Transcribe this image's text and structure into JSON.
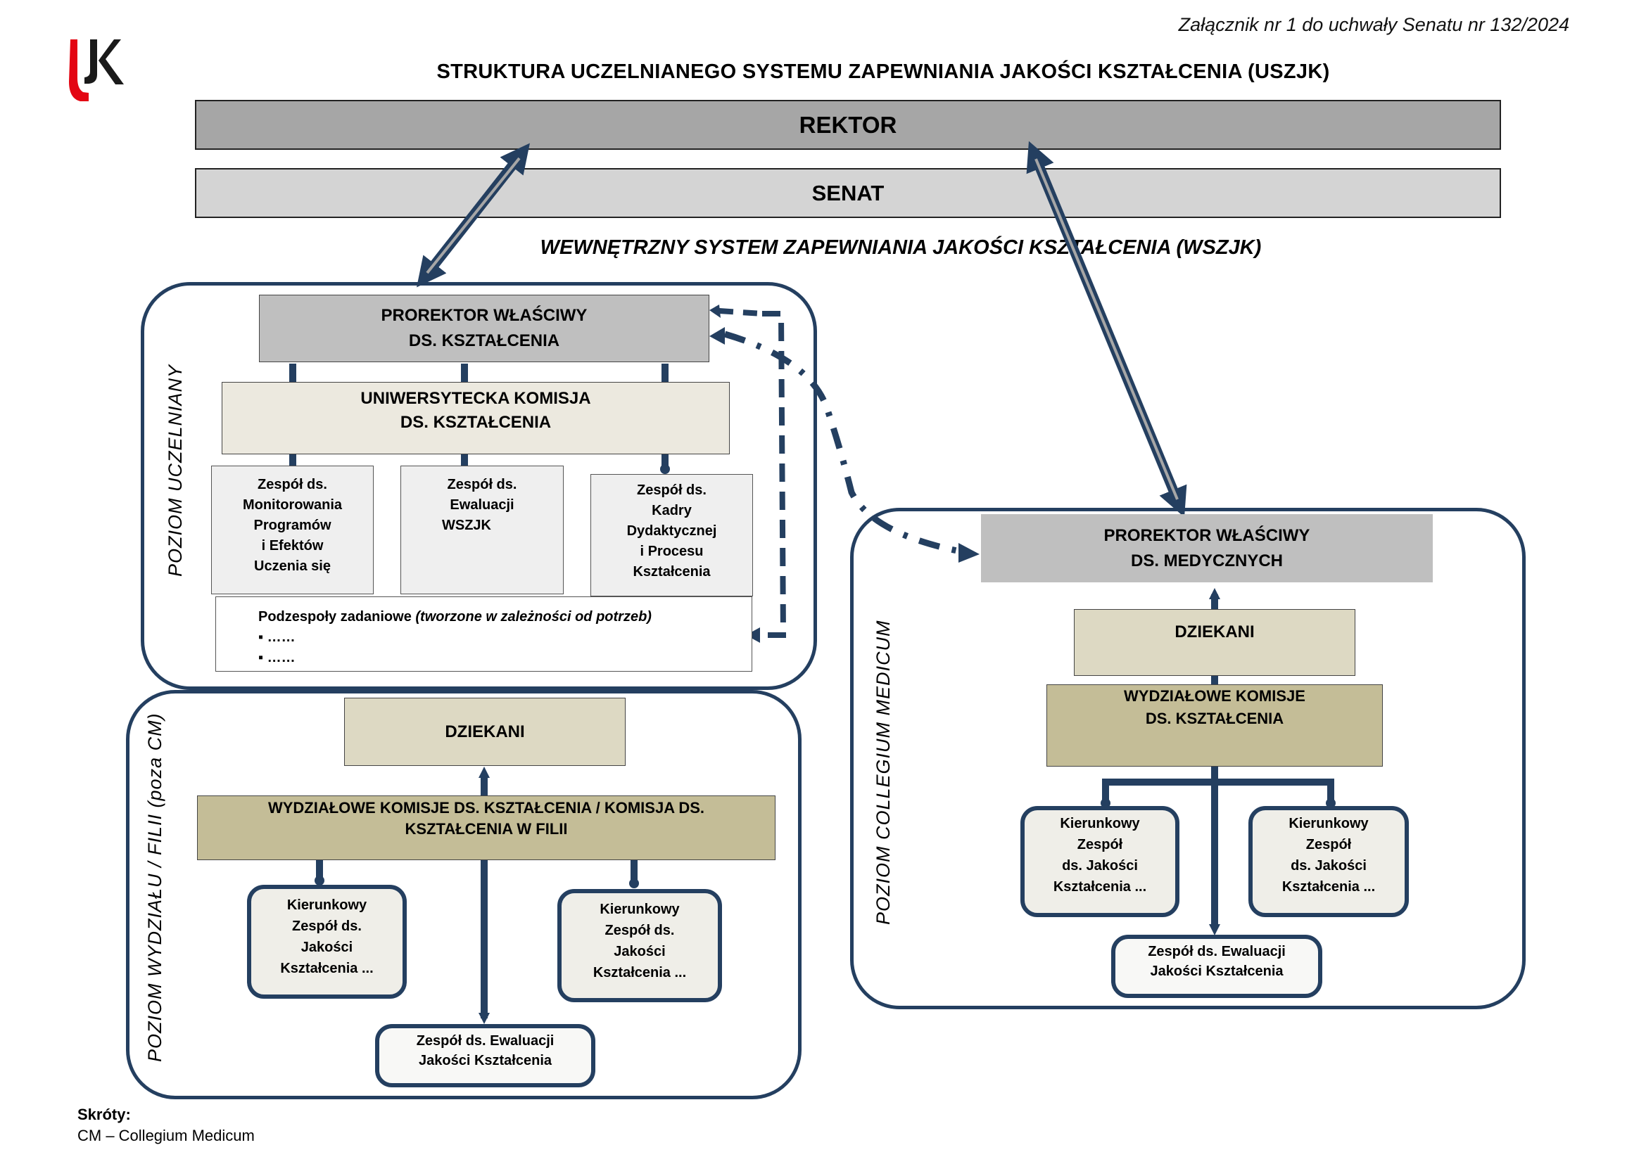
{
  "header": {
    "annex": "Załącznik nr 1 do uchwały Senatu nr 132/2024",
    "title": "STRUKTURA UCZELNIANEGO SYSTEMU ZAPEWNIANIA JAKOŚCI KSZTAŁCENIA (USZJK)",
    "logo": "UJK"
  },
  "top": {
    "rektor": "REKTOR",
    "senat": "SENAT",
    "wszjk": "WEWNĘTRZNY SYSTEM ZAPEWNIANIA JAKOŚCI KSZTAŁCENIA (WSZJK)"
  },
  "university_level": {
    "label": "POZIOM UCZELNIANY",
    "prorektor": [
      "PROREKTOR WŁAŚCIWY",
      "DS. KSZTAŁCENIA"
    ],
    "komisja": [
      "UNIWERSYTECKA KOMISJA",
      "DS. KSZTAŁCENIA"
    ],
    "teams": [
      [
        "Zespół ds.",
        "Monitorowania",
        "Programów",
        "i Efektów",
        "Uczenia się"
      ],
      [
        "Zespół ds.",
        "Ewaluacji",
        "WSZJK"
      ],
      [
        "Zespół ds.",
        "Kadry",
        "Dydaktycznej",
        "i Procesu",
        "Kształcenia"
      ]
    ],
    "subteams": {
      "title": "Podzespoły zadaniowe",
      "note": "(tworzone w zależności od potrzeb)",
      "items": [
        "……",
        "……"
      ]
    }
  },
  "faculty_level": {
    "label": "POZIOM WYDZIAŁU / FILII (poza CM)",
    "dziekani": "DZIEKANI",
    "komisje": [
      "WYDZIAŁOWE KOMISJE DS.  KSZTAŁCENIA / KOMISJA DS.",
      "KSZTAŁCENIA W FILII"
    ],
    "teams": [
      [
        "Kierunkowy",
        "Zespół ds.",
        "Jakości",
        "Kształcenia ..."
      ],
      [
        "Kierunkowy",
        "Zespół ds.",
        "Jakości",
        "Kształcenia ..."
      ]
    ],
    "evaluation": [
      "Zespół ds. Ewaluacji",
      "Jakości Kształcenia"
    ]
  },
  "cm_level": {
    "label": "POZIOM COLLEGIUM   MEDICUM",
    "prorektor": [
      "PROREKTOR WŁAŚCIWY",
      "DS. MEDYCZNYCH"
    ],
    "dziekani": "DZIEKANI",
    "komisje": [
      "WYDZIAŁOWE KOMISJE",
      "DS. KSZTAŁCENIA"
    ],
    "teams": [
      [
        "Kierunkowy",
        "Zespół",
        "ds. Jakości",
        "Kształcenia ..."
      ],
      [
        "Kierunkowy",
        "Zespół",
        "ds. Jakości",
        "Kształcenia ..."
      ]
    ],
    "evaluation": [
      "Zespół ds. Ewaluacji",
      "Jakości Kształcenia"
    ]
  },
  "footer": {
    "abbr_title": "Skróty:",
    "abbr_items": [
      "CM – Collegium Medicum"
    ]
  },
  "colors": {
    "navy": "#243f60",
    "rektor": "#a6a6a6",
    "senat": "#d4d4d4",
    "prorektor": "#bfbfbf",
    "komisja_light": "#ece9df",
    "dziekani": "#ddd9c3",
    "komisja_dark": "#c4bd97",
    "team_fill": "#efeeea",
    "logo_red": "#e30613"
  }
}
